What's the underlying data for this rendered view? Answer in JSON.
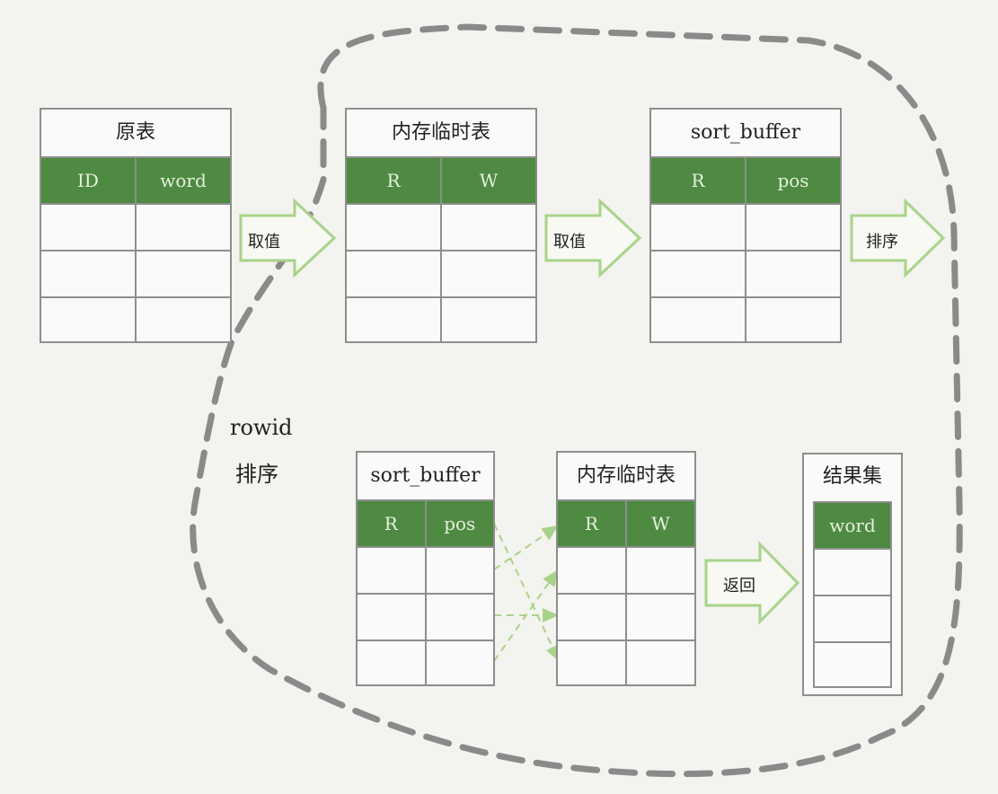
{
  "tables": {
    "source": {
      "title": "原表",
      "columns": [
        "ID",
        "word"
      ]
    },
    "temp_top": {
      "title": "内存临时表",
      "columns": [
        "R",
        "W"
      ]
    },
    "sort_top": {
      "title": "sort_buffer",
      "columns": [
        "R",
        "pos"
      ]
    },
    "sort_bottom": {
      "title": "sort_buffer",
      "columns": [
        "R",
        "pos"
      ]
    },
    "temp_bottom": {
      "title": "内存临时表",
      "columns": [
        "R",
        "W"
      ]
    },
    "result": {
      "title": "结果集",
      "column": "word"
    }
  },
  "arrows": {
    "fetch_1": "取值",
    "fetch_2": "取值",
    "sort": "排序",
    "return": "返回"
  },
  "region_label": {
    "line1": "rowid",
    "line2": "排序"
  },
  "colors": {
    "header_green": "#4e8a41",
    "arrow_green": "#8fc46a",
    "border_gray": "#8e8e8e",
    "dashed_gray": "#8a8a8a"
  }
}
